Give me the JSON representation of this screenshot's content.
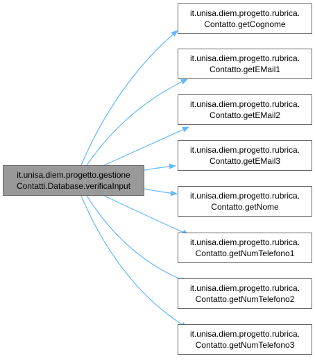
{
  "colors": {
    "edge": "#63b8ff",
    "node_border": "#666666",
    "source_fill": "#999999",
    "target_fill": "#ffffff"
  },
  "source": {
    "line1": "it.unisa.diem.progetto.gestione",
    "line2": "Contatti.Database.verificaInput"
  },
  "targets": [
    {
      "line1": "it.unisa.diem.progetto.rubrica.",
      "line2": "Contatto.getCognome"
    },
    {
      "line1": "it.unisa.diem.progetto.rubrica.",
      "line2": "Contatto.getEMail1"
    },
    {
      "line1": "it.unisa.diem.progetto.rubrica.",
      "line2": "Contatto.getEMail2"
    },
    {
      "line1": "it.unisa.diem.progetto.rubrica.",
      "line2": "Contatto.getEMail3"
    },
    {
      "line1": "it.unisa.diem.progetto.rubrica.",
      "line2": "Contatto.getNome"
    },
    {
      "line1": "it.unisa.diem.progetto.rubrica.",
      "line2": "Contatto.getNumTelefono1"
    },
    {
      "line1": "it.unisa.diem.progetto.rubrica.",
      "line2": "Contatto.getNumTelefono2"
    },
    {
      "line1": "it.unisa.diem.progetto.rubrica.",
      "line2": "Contatto.getNumTelefono3"
    }
  ]
}
